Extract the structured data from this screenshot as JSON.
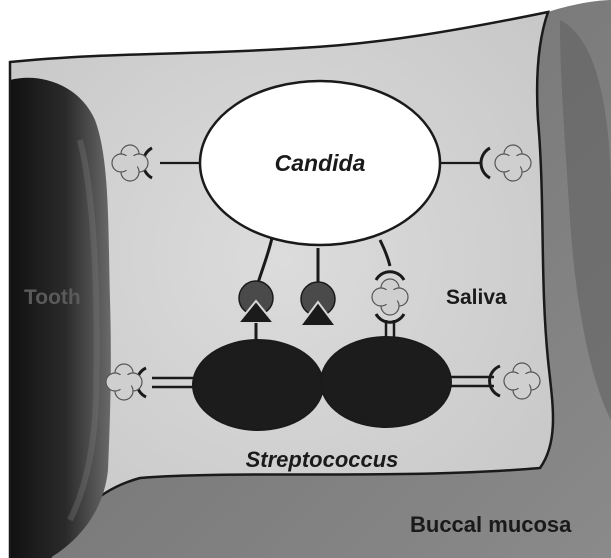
{
  "labels": {
    "candida": "Candida",
    "streptococcus": "Streptococcus",
    "tooth": "Tooth",
    "saliva": "Saliva",
    "buccal_mucosa": "Buccal mucosa"
  },
  "colors": {
    "background_white": "#ffffff",
    "saliva_fill": "#d6d6d6",
    "tooth_dark": "#1c1c1c",
    "tooth_mid": "#4a4a4a",
    "mucosa_fill": "#7e7e7e",
    "mucosa_dark": "#5c5c5c",
    "outline": "#1a1a1a",
    "receptor_fill": "#cfcfcf",
    "adhesin_dark": "#4a4a4a",
    "strep_fill": "#1c1c1c"
  }
}
